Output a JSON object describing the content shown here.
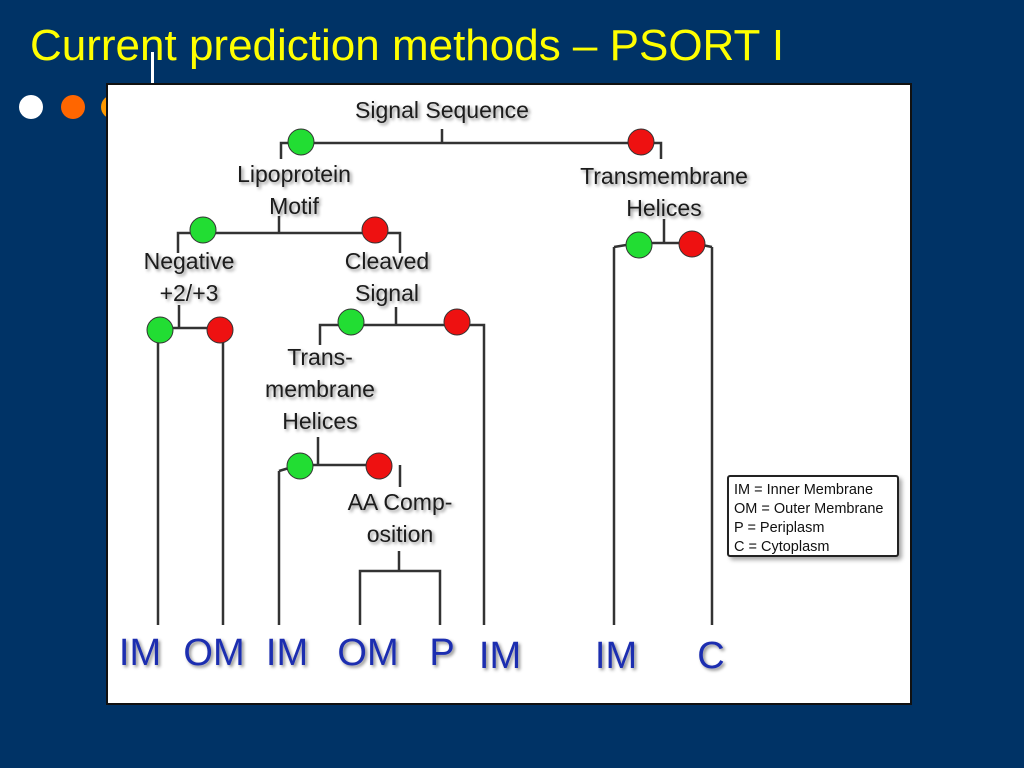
{
  "slide": {
    "title": "Current prediction methods – PSORT I",
    "bullets": [
      "#ffffff",
      "#ff6600",
      "#ff9900"
    ]
  },
  "diagram": {
    "colors": {
      "yes": "#22dd33",
      "no": "#ee1111"
    },
    "nodes": {
      "root": [
        "Signal Sequence"
      ],
      "lipoprotein": [
        "Lipoprotein",
        "Motif"
      ],
      "transmembrane_top": [
        "Transmembrane",
        "Helices"
      ],
      "negative": [
        "Negative",
        "+2/+3"
      ],
      "cleaved": [
        "Cleaved",
        "Signal"
      ],
      "transmembrane_mid": [
        "Trans-",
        "membrane",
        "Helices"
      ],
      "aa_comp": [
        "AA Comp-",
        "osition"
      ]
    },
    "leaves": [
      "IM",
      "OM",
      "IM",
      "OM",
      "P",
      "IM",
      "IM",
      "C"
    ],
    "legend": [
      "IM = Inner Membrane",
      "OM = Outer Membrane",
      "P = Periplasm",
      "C = Cytoplasm"
    ]
  }
}
